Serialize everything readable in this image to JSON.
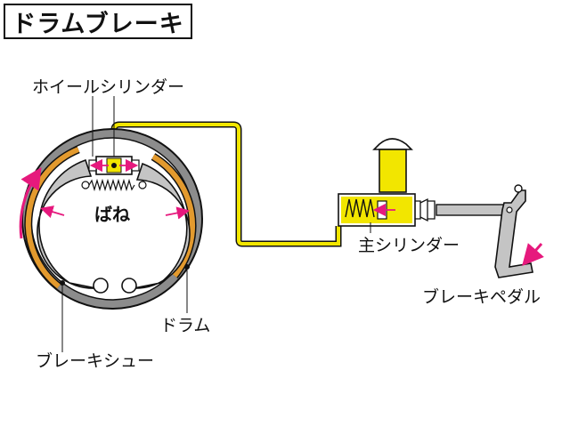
{
  "title": "ドラムブレーキ",
  "labels": {
    "wheel_cylinder": "ホイールシリンダー",
    "spring": "ばね",
    "master_cylinder": "主シリンダー",
    "brake_pedal": "ブレーキペダル",
    "drum": "ドラム",
    "brake_shoe": "ブレーキシュー"
  },
  "colors": {
    "fluid": "#f2e600",
    "lining": "#e39a2e",
    "arrow": "#e6197d",
    "drum_outer": "#8c8c8c",
    "shoe": "#c4c4c4",
    "outline": "#111111"
  }
}
